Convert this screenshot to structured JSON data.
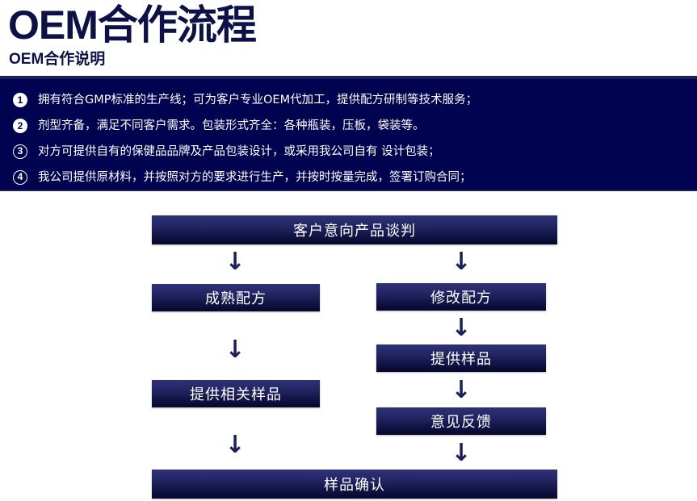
{
  "header": {
    "main_title": "OEM合作流程",
    "sub_title": "OEM合作说明"
  },
  "notes": {
    "items": [
      {
        "num": "1",
        "text": "拥有符合GMP标准的生产线；可为客户专业OEM代加工，提供配方研制等技术服务；"
      },
      {
        "num": "2",
        "text": "剂型齐备，满足不同客户需求。包装形式齐全：各种瓶装，压板，袋装等。"
      },
      {
        "num": "3",
        "text": "对方可提供自有的保健品品牌及产品包装设计，或采用我公司自有 设计包装；"
      },
      {
        "num": "4",
        "text": "我公司提供原材料，并按照对方的要求进行生产，并按时按量完成，签署订购合同；"
      }
    ]
  },
  "flowchart": {
    "arrow_glyph": "↓",
    "nodes": [
      {
        "id": "negotiation",
        "label": "客户意向产品谈判"
      },
      {
        "id": "mature-formula",
        "label": "成熟配方"
      },
      {
        "id": "modify-formula",
        "label": "修改配方"
      },
      {
        "id": "provide-related-sample",
        "label": "提供相关样品"
      },
      {
        "id": "provide-sample",
        "label": "提供样品"
      },
      {
        "id": "feedback",
        "label": "意见反馈"
      },
      {
        "id": "sample-confirmation",
        "label": "样品确认"
      }
    ]
  },
  "colors": {
    "title_navy": "#0d1148",
    "banner_navy": "#000450",
    "box_gradient_top": "#2d3176",
    "box_gradient_bottom": "#08092e",
    "arrow_navy": "#1b1f5e",
    "page_background": "#ffffff"
  }
}
